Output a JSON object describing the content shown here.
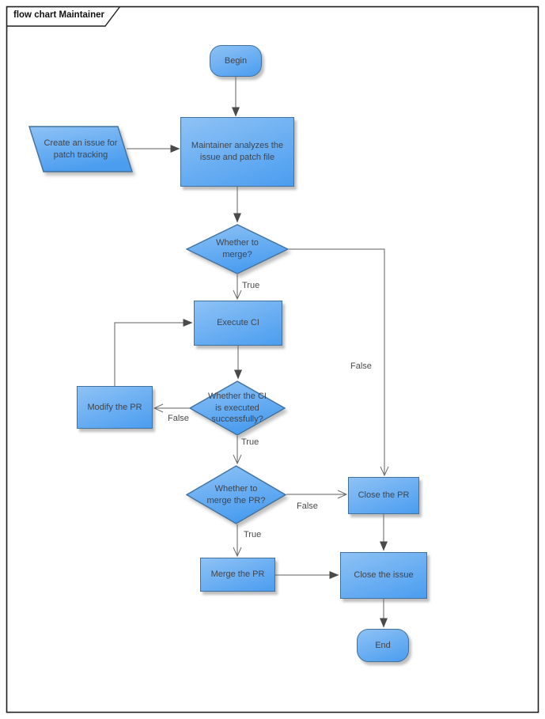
{
  "diagram": {
    "title": "flow chart Maintainer",
    "colors": {
      "node_fill_top": "#8ec2f5",
      "node_fill_bottom": "#4b9df0",
      "node_border": "#41719c",
      "connector": "#5f5f5f",
      "arrow_fill": "#4a4a4a",
      "text": "#3f454d",
      "page_border": "#1f1f1f"
    },
    "nodes": [
      {
        "id": "begin",
        "type": "terminator",
        "label": "Begin"
      },
      {
        "id": "create-issue",
        "type": "data",
        "label": "Create an issue for\npatch tracking"
      },
      {
        "id": "analyze",
        "type": "process",
        "label": "Maintainer analyzes the\nissue and patch file"
      },
      {
        "id": "whether-merge",
        "type": "decision",
        "label": "Whether to\nmerge?"
      },
      {
        "id": "execute-ci",
        "type": "process",
        "label": "Execute CI"
      },
      {
        "id": "whether-ci-success",
        "type": "decision",
        "label": "Whether the CI\nis executed\nsuccessfully?"
      },
      {
        "id": "modify-pr",
        "type": "process",
        "label": "Modify the PR"
      },
      {
        "id": "whether-merge-pr",
        "type": "decision",
        "label": "Whether to\nmerge the PR?"
      },
      {
        "id": "close-pr",
        "type": "process",
        "label": "Close the PR"
      },
      {
        "id": "merge-pr",
        "type": "process",
        "label": "Merge the PR"
      },
      {
        "id": "close-issue",
        "type": "process",
        "label": "Close the issue"
      },
      {
        "id": "end",
        "type": "terminator",
        "label": "End"
      }
    ],
    "edges": [
      {
        "from": "begin",
        "to": "analyze",
        "label": ""
      },
      {
        "from": "create-issue",
        "to": "analyze",
        "label": ""
      },
      {
        "from": "analyze",
        "to": "whether-merge",
        "label": ""
      },
      {
        "from": "whether-merge",
        "to": "execute-ci",
        "label": "True"
      },
      {
        "from": "whether-merge",
        "to": "close-pr",
        "label": "False"
      },
      {
        "from": "execute-ci",
        "to": "whether-ci-success",
        "label": ""
      },
      {
        "from": "whether-ci-success",
        "to": "modify-pr",
        "label": "False"
      },
      {
        "from": "modify-pr",
        "to": "execute-ci",
        "label": ""
      },
      {
        "from": "whether-ci-success",
        "to": "whether-merge-pr",
        "label": "True"
      },
      {
        "from": "whether-merge-pr",
        "to": "close-pr",
        "label": "False"
      },
      {
        "from": "whether-merge-pr",
        "to": "merge-pr",
        "label": "True"
      },
      {
        "from": "close-pr",
        "to": "close-issue",
        "label": ""
      },
      {
        "from": "merge-pr",
        "to": "close-issue",
        "label": ""
      },
      {
        "from": "close-issue",
        "to": "end",
        "label": ""
      }
    ]
  }
}
